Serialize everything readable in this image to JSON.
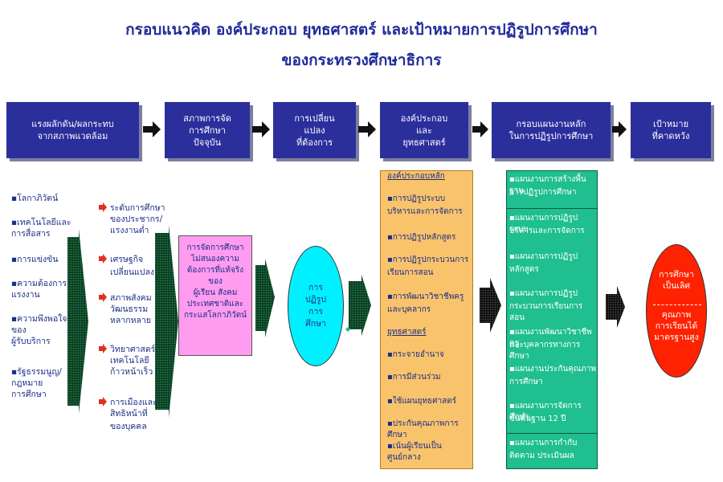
{
  "title": {
    "line1": "กรอบแนวคิด องค์ประกอบ  ยุทธศาสตร์ และเป้าหมายการปฏิรูปการศึกษา",
    "line2": "ของกระทรวงศึกษาธิการ"
  },
  "header": [
    {
      "line1": "แรงผลักดัน/ผลกระทบ",
      "line2": "จากสภาพแวดล้อม",
      "line3": ""
    },
    {
      "line1": "สภาพการจัด",
      "line2": "การศึกษา",
      "line3": "ปัจจุบัน"
    },
    {
      "line1": "การเปลี่ยน",
      "line2": "แปลง",
      "line3": "ที่ต้องการ"
    },
    {
      "line1": "องค์ประกอบ",
      "line2": "และ",
      "line3": "ยุทธศาสตร์"
    },
    {
      "line1": "กรอบแผนงานหลัก",
      "line2": "ในการปฏิรูปการศึกษา",
      "line3": ""
    },
    {
      "line1": "เป้าหมาย",
      "line2": "ที่คาดหวัง",
      "line3": ""
    }
  ],
  "forces": [
    "▪โลกาภิวัตน์",
    "▪เทคโนโลยีและ",
    "การสื่อสาร",
    "▪การแข่งขัน",
    "▪ความต้องการ",
    "แรงงาน",
    "▪ความพึงพอใจ",
    "ของ",
    "ผู้รับบริการ",
    "▪รัฐธรรมนูญ/",
    "กฎหมาย",
    "การศึกษา"
  ],
  "impacts": [
    "ระดับการศึกษา",
    "ของประชากร/",
    "แรงงานต่ำ",
    "เศรษฐกิจ",
    "เปลี่ยนแปลง",
    "สภาพสังคม",
    "วัฒนธรรม",
    "หลากหลาย",
    "วิทยาศาสตร์",
    "เทคโนโลยี",
    "ก้าวหน้าเร็ว",
    "การเมืองและ",
    "สิทธิหน้าที่",
    "ของบุคคล"
  ],
  "current_state": [
    "การจัดการศึกษา",
    "ไม่สนองความ",
    "ต้องการที่แท้จริง",
    "ของ",
    "ผู้เรียน สังคม",
    "ประเทศชาติและ",
    "กระแสโลกาภิวัตน์"
  ],
  "change": [
    "การ",
    "ปฏิรูป",
    "การ",
    "ศึกษา"
  ],
  "components": {
    "heading1": "องค์ประกอบหลัก",
    "items1": [
      "▪การปฏิรูประบบ",
      "  บริหารและการจัดการ",
      "▪การปฏิรูปหลักสูตร",
      "▪การปฏิรูปกระบวนการ",
      "  เรียนการสอน",
      "▪การพัฒนาวิชาชีพครู",
      "  และบุคลากร"
    ],
    "heading2": "ยุทธศาสตร์",
    "items2": [
      "▪กระจายอำนาจ",
      "▪การมีส่วนร่วม",
      "▪ใช้แผนยุทธศาสตร์",
      "▪ประกันคุณภาพการศึกษา",
      "▪เน้นผู้เรียนเป็นศูนย์กลาง"
    ]
  },
  "plans": [
    "▪แผนงานการสร้างพื้นฐาน",
    "การปฏิรูปการศึกษา",
    "▪แผนงานการปฏิรูประบบ",
    "บริหารและการจัดการ",
    "▪แผนงานการปฏิรูป",
    "หลักสูตร",
    "▪แผนงานการปฏิรูป",
    "กระบวนการเรียนการสอน",
    "▪แผนงานพัฒนาวิชาชีพครู",
    "และบุคลากรทางการศึกษา",
    "▪แผนงานประกันคุณภาพ",
    "การศึกษา",
    "▪แผนงานการจัดการศึกษา",
    "ขั้นพื้นฐาน 12 ปี",
    "▪แผนงานการกำกับ",
    "ติดตาม ประเมินผล"
  ],
  "goal": {
    "top1": "การศึกษา",
    "top2": "เป็นเลิศ",
    "bottom1": "คุณภาพ",
    "bottom2": "การเรียนได้",
    "bottom3": "มาตรฐานสูง"
  },
  "colors": {
    "header": "#2b2f9c",
    "title": "#1f2a9a",
    "current": "#ff9cf0",
    "change": "#00f0ff",
    "components": "#f9c36c",
    "plans": "#1fbf8f",
    "goal": "#ff2200",
    "connector": "#0e4d2c"
  }
}
